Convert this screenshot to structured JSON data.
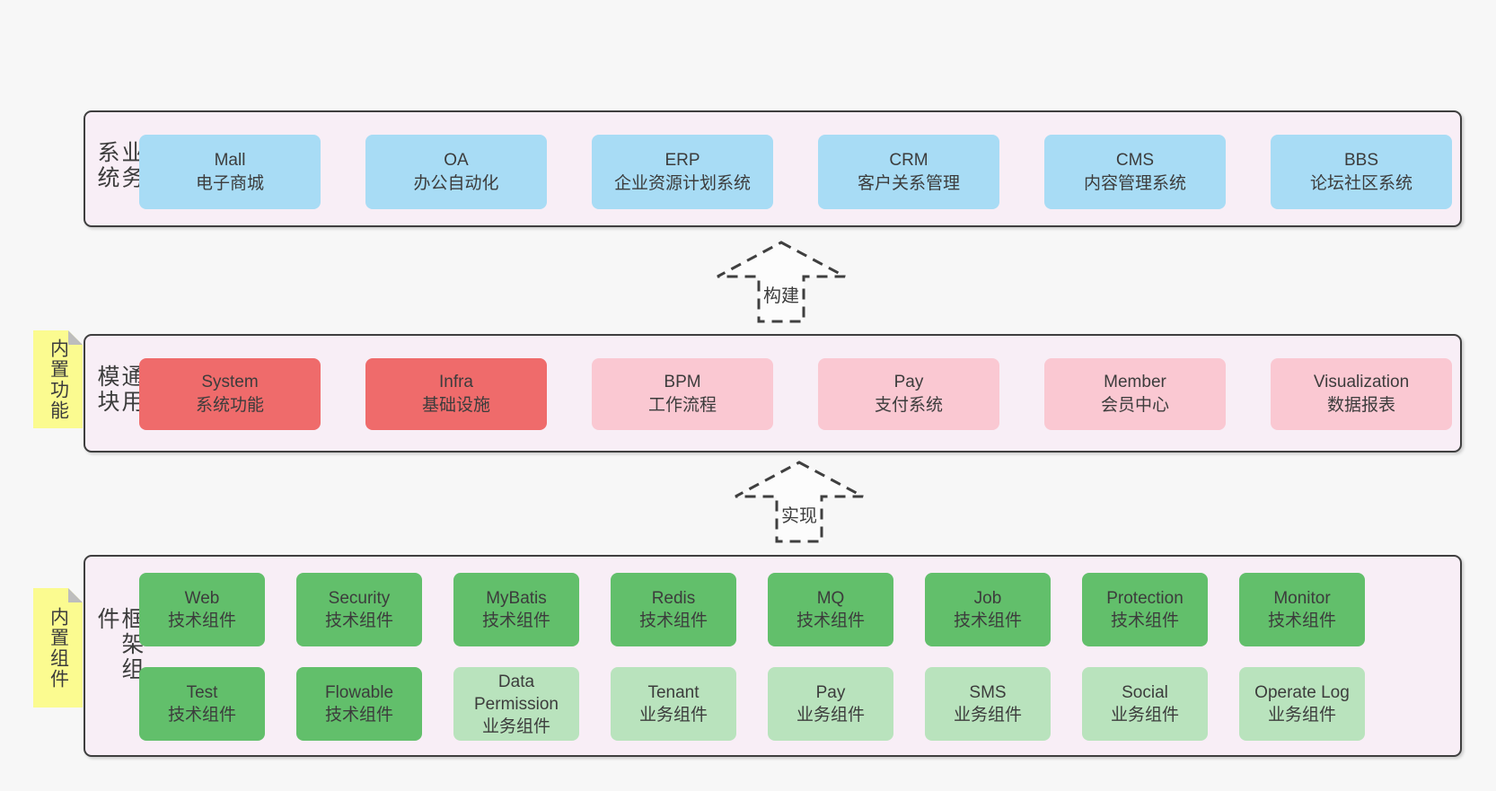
{
  "colors": {
    "page_bg": "#f7f7f7",
    "band_bg": "#f8eef6",
    "band_border": "#3f3f3f",
    "blue": "#a8dcf5",
    "red": "#ef6b6b",
    "pink": "#fac8d2",
    "green_dark": "#62bf6b",
    "green_light": "#b9e3bd",
    "sticky_yellow": "#fbfb90",
    "fold_gray": "#bdbdbd",
    "text": "#3c3c3c",
    "arrow_line": "#3f3f3f",
    "arrow_fill": "#fcfcfc"
  },
  "stickies": [
    {
      "label": "内置功能"
    },
    {
      "label": "内置组件"
    }
  ],
  "arrows": [
    {
      "label": "构建"
    },
    {
      "label": "实现"
    }
  ],
  "bands": [
    {
      "label": "业务系统",
      "boxes": [
        {
          "name": "Mall",
          "desc": "电子商城"
        },
        {
          "name": "OA",
          "desc": "办公自动化"
        },
        {
          "name": "ERP",
          "desc": "企业资源计划系统"
        },
        {
          "name": "CRM",
          "desc": "客户关系管理"
        },
        {
          "name": "CMS",
          "desc": "内容管理系统"
        },
        {
          "name": "BBS",
          "desc": "论坛社区系统"
        }
      ]
    },
    {
      "label": "通用模块",
      "boxes": [
        {
          "name": "System",
          "desc": "系统功能"
        },
        {
          "name": "Infra",
          "desc": "基础设施"
        },
        {
          "name": "BPM",
          "desc": "工作流程"
        },
        {
          "name": "Pay",
          "desc": "支付系统"
        },
        {
          "name": "Member",
          "desc": "会员中心"
        },
        {
          "name": "Visualization",
          "desc": "数据报表"
        }
      ]
    },
    {
      "label": "框架组件",
      "boxes": [
        {
          "name": "Web",
          "desc": "技术组件"
        },
        {
          "name": "Security",
          "desc": "技术组件"
        },
        {
          "name": "MyBatis",
          "desc": "技术组件"
        },
        {
          "name": "Redis",
          "desc": "技术组件"
        },
        {
          "name": "MQ",
          "desc": "技术组件"
        },
        {
          "name": "Job",
          "desc": "技术组件"
        },
        {
          "name": "Protection",
          "desc": "技术组件"
        },
        {
          "name": "Monitor",
          "desc": "技术组件"
        },
        {
          "name": "Test",
          "desc": "技术组件"
        },
        {
          "name": "Flowable",
          "desc": "技术组件"
        },
        {
          "name": "Data Permission",
          "desc": "业务组件"
        },
        {
          "name": "Tenant",
          "desc": "业务组件"
        },
        {
          "name": "Pay",
          "desc": "业务组件"
        },
        {
          "name": "SMS",
          "desc": "业务组件"
        },
        {
          "name": "Social",
          "desc": "业务组件"
        },
        {
          "name": "Operate Log",
          "desc": "业务组件"
        }
      ]
    }
  ]
}
